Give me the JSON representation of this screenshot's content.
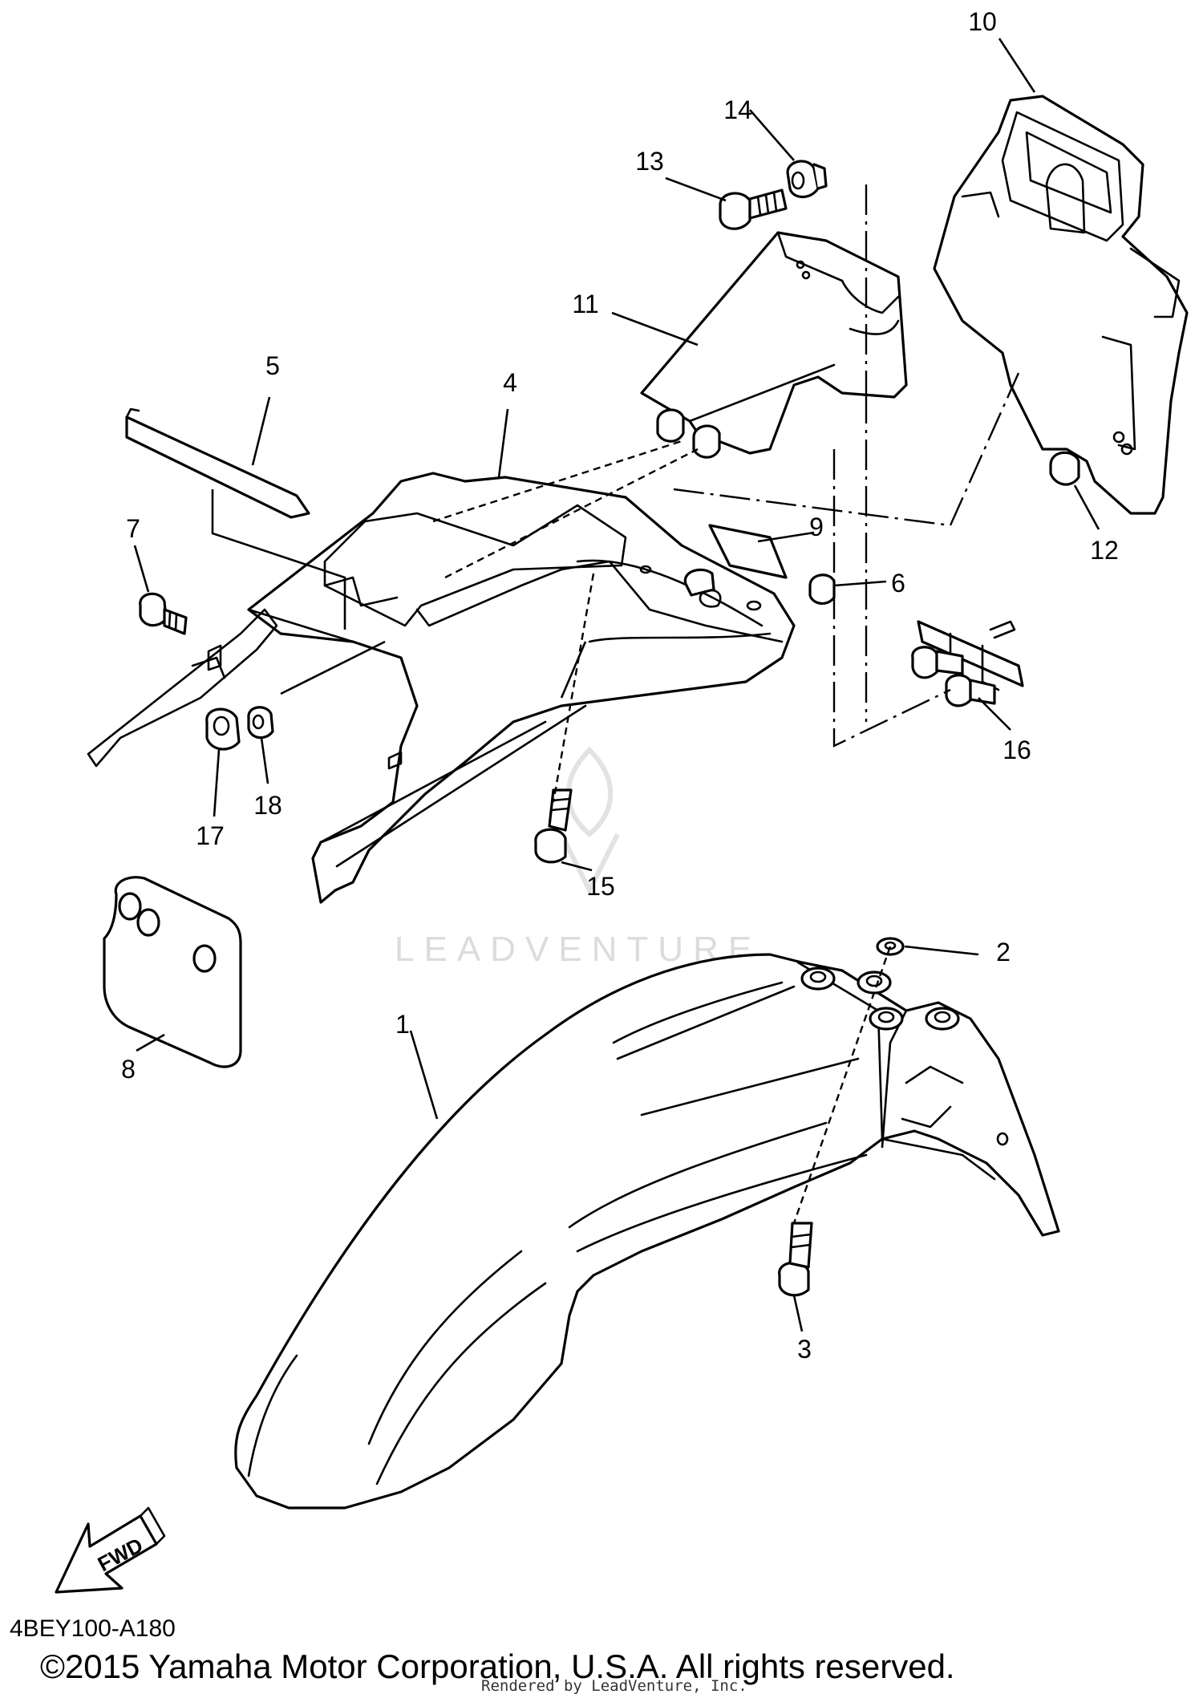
{
  "diagram_code": "4BEY100-A180",
  "copyright": "©2015 Yamaha Motor Corporation, U.S.A. All rights reserved.",
  "rendered_by": "Rendered by LeadVenture, Inc.",
  "watermark": "LEADVENTURE",
  "fwd_label": "FWD",
  "callouts": {
    "c1": "1",
    "c2": "2",
    "c3": "3",
    "c4": "4",
    "c5": "5",
    "c6": "6",
    "c7": "7",
    "c8": "8",
    "c9": "9",
    "c10": "10",
    "c11": "11",
    "c12": "12",
    "c13": "13",
    "c14": "14",
    "c15": "15",
    "c16": "16",
    "c17": "17",
    "c18": "18"
  }
}
